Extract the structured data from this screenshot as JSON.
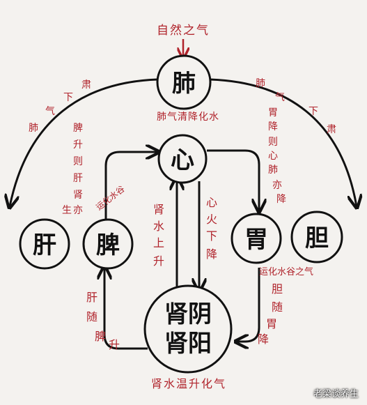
{
  "organs": {
    "fei": "肺",
    "xin": "心",
    "gan": "肝",
    "pi": "脾",
    "wei": "胃",
    "dan": "胆",
    "shen_yin": "肾阴",
    "shen_yang": "肾阳"
  },
  "labels": {
    "top": "自然之气",
    "fei_qi_qing_jiang": "肺气清降化水",
    "left_arc": "肺气下肃",
    "right_arc": "肺气下肃",
    "pi_sheng": "脾升则肝肾亦生",
    "wei_jiang": "胃降则心肺亦降",
    "pi_yun_hua": "运化水谷",
    "wei_yun_hua": "运化水谷之气",
    "shen_shui": "肾水上升",
    "xin_huo": "心火下降",
    "gan_sui_pi_sheng": "肝随脾升",
    "dan_sui_wei_jiang": "胆随胃降",
    "bottom": "肾水温升化气"
  },
  "watermark": "老梁谈养生",
  "colors": {
    "text_red": "#b0232b",
    "ink": "#111111",
    "background": "#f4f2ef"
  }
}
